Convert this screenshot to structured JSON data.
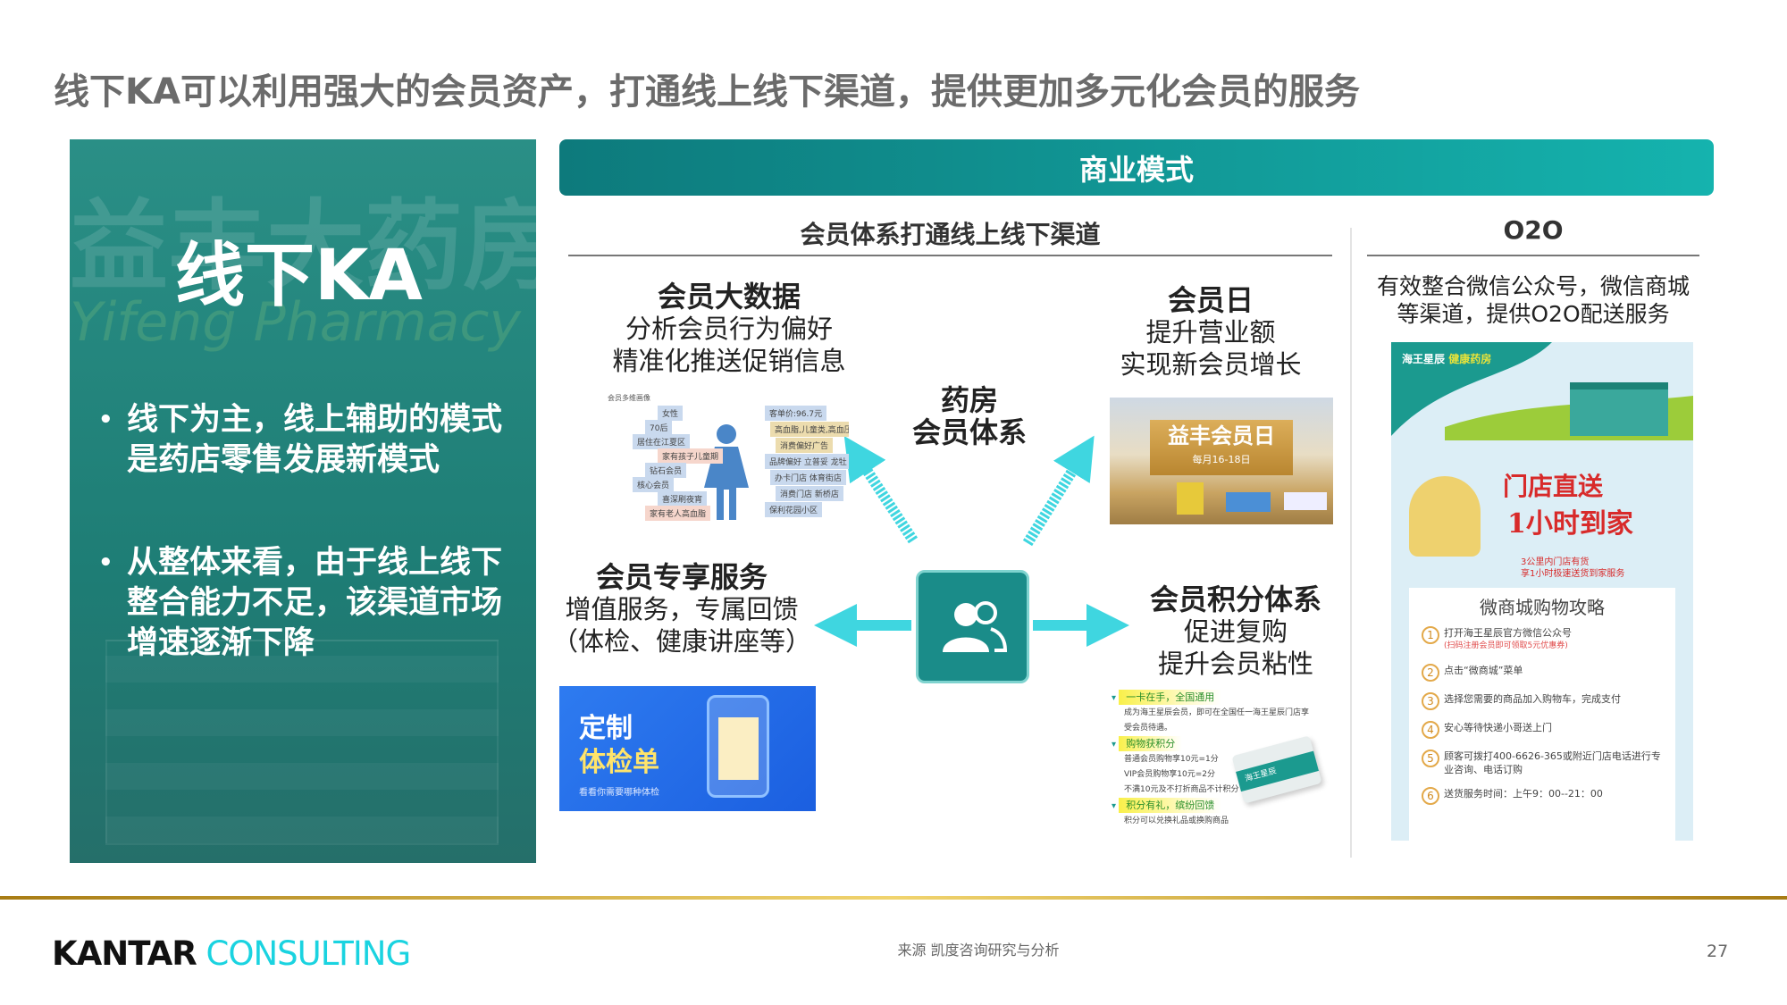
{
  "title": "线下KA可以利用强大的会员资产，打通线上线下渠道，提供更加多元化会员的服务",
  "left_panel": {
    "heading": "线下KA",
    "bg_sign": "益丰大药房",
    "bg_sign_en": "Yifeng Pharmacy",
    "bullets": [
      "线下为主，线上辅助的模式是药店零售发展新模式",
      "从整体来看，由于线上线下整合能力不足，该渠道市场增速逐渐下降"
    ]
  },
  "header": "商业模式",
  "section_left": {
    "title": "会员体系打通线上线下渠道",
    "center": {
      "line1": "药房",
      "line2": "会员体系",
      "icon": "users-icon"
    },
    "big_data": {
      "title": "会员大数据",
      "lines": [
        "分析会员行为偏好",
        "精准化推送促销信息"
      ],
      "persona": {
        "caption": "会员多维画像",
        "left": [
          "女性",
          "70后",
          "居住在江夏区",
          "家有孩子儿童期",
          "钻石会员",
          "核心会员",
          "喜深刷夜宵",
          "家有老人高血脂"
        ],
        "right": [
          "客单价:96.7元",
          "高血脂,儿童类,高血压",
          "消费偏好广告",
          "品牌偏好 立普妥 龙牡",
          "办卡门店 体育街店",
          "消费门店 新桥店",
          "保利花园小区"
        ]
      }
    },
    "member_day": {
      "title": "会员日",
      "lines": [
        "提升营业额",
        "实现新会员增长"
      ],
      "banner_title": "益丰会员日",
      "banner_sub": "每月16-18日"
    },
    "exclusive": {
      "title": "会员专享服务",
      "lines": [
        "增值服务，专属回馈",
        "（体检、健康讲座等）"
      ],
      "banner_line1": "定制",
      "banner_line2": "体检单",
      "banner_sub": "看看你需要哪种体检"
    },
    "points": {
      "title": "会员积分体系",
      "lines": [
        "促进复购",
        "提升会员粘性"
      ],
      "items": [
        {
          "h": "一卡在手，全国通用",
          "t": [
            "成为海王星辰会员，即可在全国任一海王星辰门店享",
            "受会员待遇。"
          ]
        },
        {
          "h": "购物获积分",
          "t": [
            "普通会员购物享10元=1分",
            "VIP会员购物享10元=2分",
            "不满10元及不打折商品不计积分"
          ]
        },
        {
          "h": "积分有礼，缤纷回馈",
          "t": [
            "积分可以兑换礼品或换购商品"
          ]
        }
      ],
      "card": "海王星辰"
    }
  },
  "section_right": {
    "title": "O2O",
    "desc": [
      "有效整合微信公众号，微信商城",
      "等渠道，提供O2O配送服务"
    ],
    "poster": {
      "brand": "海王星辰",
      "brand2": "健康药房",
      "slogan1": "门店直送",
      "slogan2": "1小时到家",
      "note1": "3公里内门店有货",
      "note2": "享1小时极速送货到家服务",
      "guide_title": "微商城购物攻略",
      "steps": [
        {
          "n": "1",
          "t": "打开海王星辰官方微信公众号",
          "s": "(扫码注册会员即可领取5元优惠券)"
        },
        {
          "n": "2",
          "t": "点击“微商城”菜单"
        },
        {
          "n": "3",
          "t": "选择您需要的商品加入购物车，完成支付"
        },
        {
          "n": "4",
          "t": "安心等待快递小哥送上门"
        },
        {
          "n": "5",
          "t": "顾客可拨打400-6626-365或附近门店电话进行专业咨询、电话订购"
        },
        {
          "n": "6",
          "t": "送货服务时间：上午9：00--21：00"
        }
      ]
    }
  },
  "footer": {
    "logo_a": "KANTAR",
    "logo_b": "CONSULTING",
    "source": "来源 凯度咨询研究与分析",
    "page": "27"
  },
  "colors": {
    "teal": "#15b3ae",
    "dark_teal": "#1e7d75",
    "arrow": "#3fd6e0",
    "gold": "#d4aa3a",
    "logo_cyan": "#1ad3e0"
  }
}
